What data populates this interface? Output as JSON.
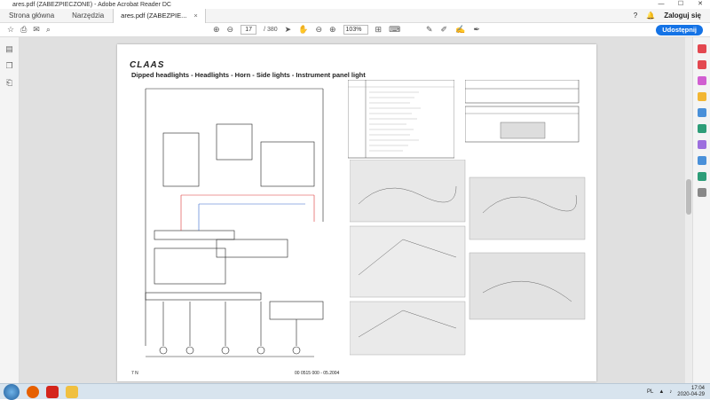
{
  "window": {
    "title": "ares.pdf (ZABEZPIECZONE) - Adobe Acrobat Reader DC",
    "minimize": "—",
    "maximize": "☐",
    "close": "✕"
  },
  "menubar": {
    "home": "Strona główna",
    "tools": "Narzędzia",
    "doc_tab": "ares.pdf (ZABEZPIE...",
    "doc_tab_close": "×",
    "help": "?",
    "bell": "🔔",
    "login": "Zaloguj się"
  },
  "toolbar": {
    "page_current": "17",
    "page_total": "/ 380",
    "zoom": "103%",
    "share": "Udostępnij"
  },
  "document": {
    "brand": "CLAAS",
    "title": "Dipped headlights - Headlights - Horn - Side lights - Instrument panel light",
    "footer_left": "7 N",
    "footer_center": "00 0515 000 - 05.2004"
  },
  "taskbar": {
    "lang": "PL",
    "time": "17:04",
    "date": "2020-04-29"
  }
}
